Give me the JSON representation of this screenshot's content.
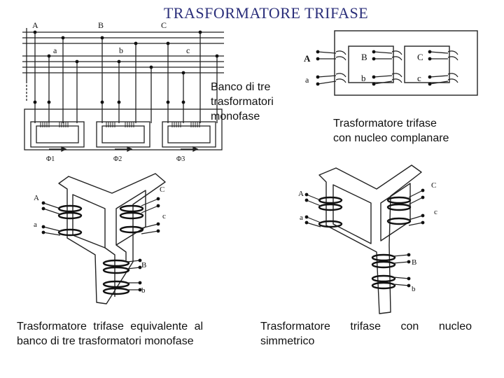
{
  "title": "TRASFORMATORE TRIFASE",
  "bank": {
    "line_labels": [
      "A",
      "B",
      "C"
    ],
    "secondary_labels": [
      "a",
      "b",
      "c"
    ],
    "flux_labels": [
      "Φ1",
      "Φ2",
      "Φ3"
    ],
    "caption": [
      "Banco di tre",
      "trasformatori",
      "monofase"
    ]
  },
  "planar": {
    "terminal_labels": [
      "A",
      "a"
    ],
    "column_labels_primary": [
      "B",
      "C"
    ],
    "column_labels_secondary": [
      "b",
      "c"
    ],
    "caption": [
      "Trasformatore trifase",
      "con nucleo complanare"
    ]
  },
  "equivalent": {
    "labels": {
      "A": "A",
      "a": "a",
      "C": "C",
      "c": "c",
      "B": "B",
      "b": "b"
    },
    "caption": [
      "Trasformatore",
      "trifase",
      "equivalente",
      "al",
      "banco",
      "di",
      "tre",
      "trasformatori",
      "monofase"
    ]
  },
  "symmetric": {
    "labels": {
      "A": "A",
      "a": "a",
      "C": "C",
      "c": "c",
      "B": "B",
      "b": "b"
    },
    "caption_line1": [
      "Trasformatore",
      "trifase",
      "con",
      "nucleo"
    ],
    "caption_line2": "simmetrico"
  }
}
